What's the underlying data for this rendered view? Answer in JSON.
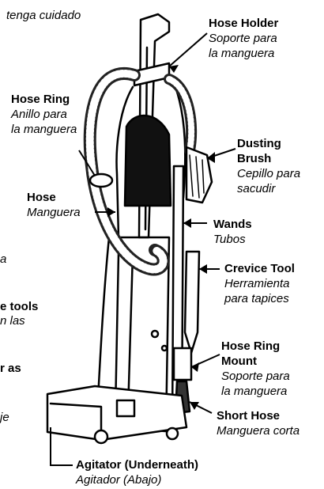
{
  "fragments": {
    "top_left": "tenga cuidado",
    "left_a": "a",
    "left_tools": "e tools",
    "left_las": "n las",
    "left_as": "r as",
    "left_je": "je"
  },
  "labels": {
    "hose_holder": {
      "en": "Hose Holder",
      "es1": "Soporte para",
      "es2": "la manguera"
    },
    "hose_ring": {
      "en": "Hose Ring",
      "es1": "Anillo para",
      "es2": "la manguera"
    },
    "dusting_brush": {
      "en1": "Dusting",
      "en2": "Brush",
      "es1": "Cepillo para",
      "es2": "sacudir"
    },
    "hose": {
      "en": "Hose",
      "es": "Manguera"
    },
    "wands": {
      "en": "Wands",
      "es": "Tubos"
    },
    "crevice_tool": {
      "en": "Crevice Tool",
      "es1": "Herramienta",
      "es2": "para tapices"
    },
    "hose_ring_mount": {
      "en1": "Hose Ring",
      "en2": "Mount",
      "es1": "Soporte para",
      "es2": "la manguera"
    },
    "short_hose": {
      "en": "Short Hose",
      "es": "Manguera corta"
    },
    "agitator": {
      "en": "Agitator (Underneath)",
      "es": "Agitador (Abajo)"
    }
  }
}
